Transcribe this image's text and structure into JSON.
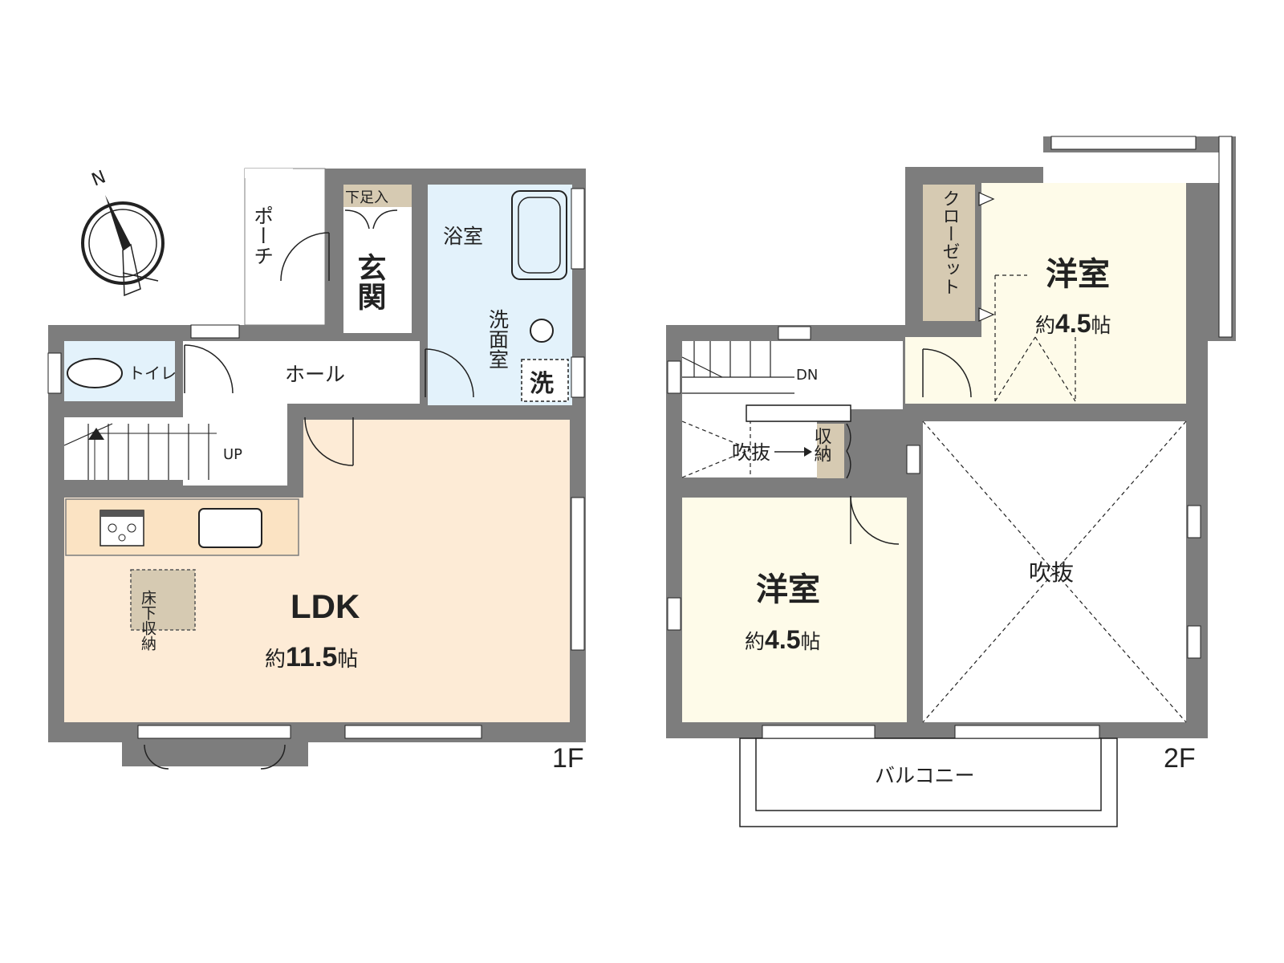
{
  "compass": {
    "north_label": "N"
  },
  "floor1": {
    "floor_label": "1F",
    "porch": "ポーチ",
    "shoe_storage": "下足入",
    "entrance": "玄関",
    "bathroom": "浴室",
    "washroom": "洗面室",
    "washer": "洗",
    "toilet": "トイレ",
    "hall": "ホール",
    "stairs_up": "UP",
    "underfloor_storage": "床下収納",
    "ldk_name": "LDK",
    "ldk_size_prefix": "約",
    "ldk_size_value": "11.5",
    "ldk_size_unit": "帖"
  },
  "floor2": {
    "floor_label": "2F",
    "closet": "クローゼット",
    "bedroom_a_name": "洋室",
    "bedroom_a_size_prefix": "約",
    "bedroom_a_size_value": "4.5",
    "bedroom_a_size_unit": "帖",
    "stairs_down": "DN",
    "void_small": "吹抜",
    "storage": "収納",
    "bedroom_b_name": "洋室",
    "bedroom_b_size_prefix": "約",
    "bedroom_b_size_value": "4.5",
    "bedroom_b_size_unit": "帖",
    "void_large": "吹抜",
    "balcony": "バルコニー"
  },
  "colors": {
    "wall": "#7d7d7d",
    "ldk_floor": "#fdebd6",
    "wet_area": "#e3f2fb",
    "bedroom_floor": "#fefbe9",
    "storage_floor": "#d6cab2"
  }
}
